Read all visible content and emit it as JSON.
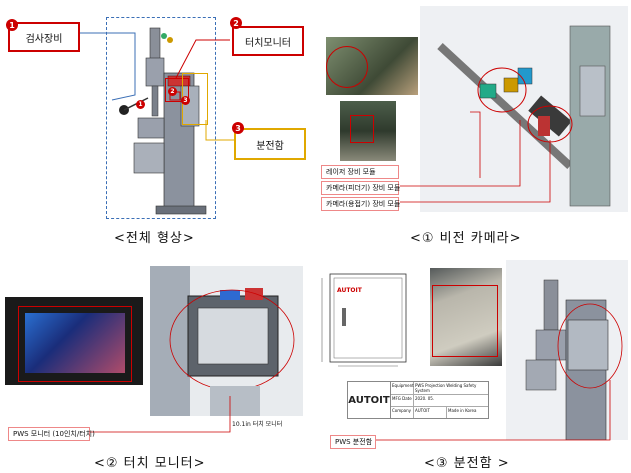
{
  "overview": {
    "callouts": {
      "inspection": {
        "num": "1",
        "label": "검사장비"
      },
      "touch": {
        "num": "2",
        "label": "터치모니터"
      },
      "panel": {
        "num": "3",
        "label": "분전함"
      }
    },
    "caption": "<전체 형상>"
  },
  "vision": {
    "labels": [
      "레이저 장비 모듈",
      "카메라(피더기) 장비 모듈",
      "카메라(용접기) 장비 모듈"
    ],
    "caption": "<① 비전 카메라>"
  },
  "touch_monitor": {
    "monitor_text": "10.1in 터치 모니터",
    "pws_label": "PWS 모니터 (10인치/터치)",
    "caption": "<② 터치 모니터>"
  },
  "panel_box": {
    "logo": "AUTOIT",
    "nameplate": {
      "rows": [
        [
          "Equipment",
          "PWS Projection Welding Safety System"
        ],
        [
          "MFG Date",
          "2020. 05."
        ],
        [
          "Company",
          "AUTOIT",
          "Made in Korea"
        ]
      ]
    },
    "pws_label": "PWS 분전함",
    "caption": "<③ 분전함 >"
  }
}
